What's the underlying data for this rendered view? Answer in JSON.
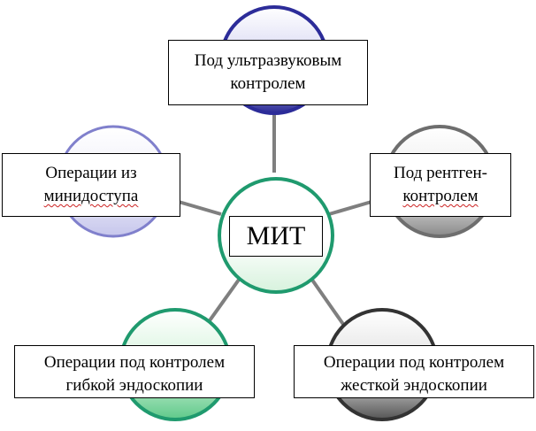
{
  "diagram": {
    "center": {
      "label": "МИТ"
    },
    "nodes": [
      {
        "label_line1": "Под ультразвуковым",
        "label_line2": "контролем",
        "spellcheck_line2": false
      },
      {
        "label_line1": "Под рентген-",
        "label_line2": "контролем",
        "spellcheck_line2": true
      },
      {
        "label_line1": "Операции под контролем",
        "label_line2": "жесткой эндоскопии",
        "spellcheck_line2": false
      },
      {
        "label_line1": "Операции под контролем",
        "label_line2": "гибкой эндоскопии",
        "spellcheck_line2": false
      },
      {
        "label_line1": "Операции из",
        "label_line2": "минидоступа",
        "spellcheck_line2": true
      }
    ],
    "colors": {
      "connector": "#7f7f7f",
      "box_border": "#000000",
      "center_ring": "#1f9a6e",
      "node_rings": [
        "#2c2c99",
        "#6e6e6e",
        "#333333",
        "#1f9a6e",
        "#8080cc"
      ]
    }
  }
}
